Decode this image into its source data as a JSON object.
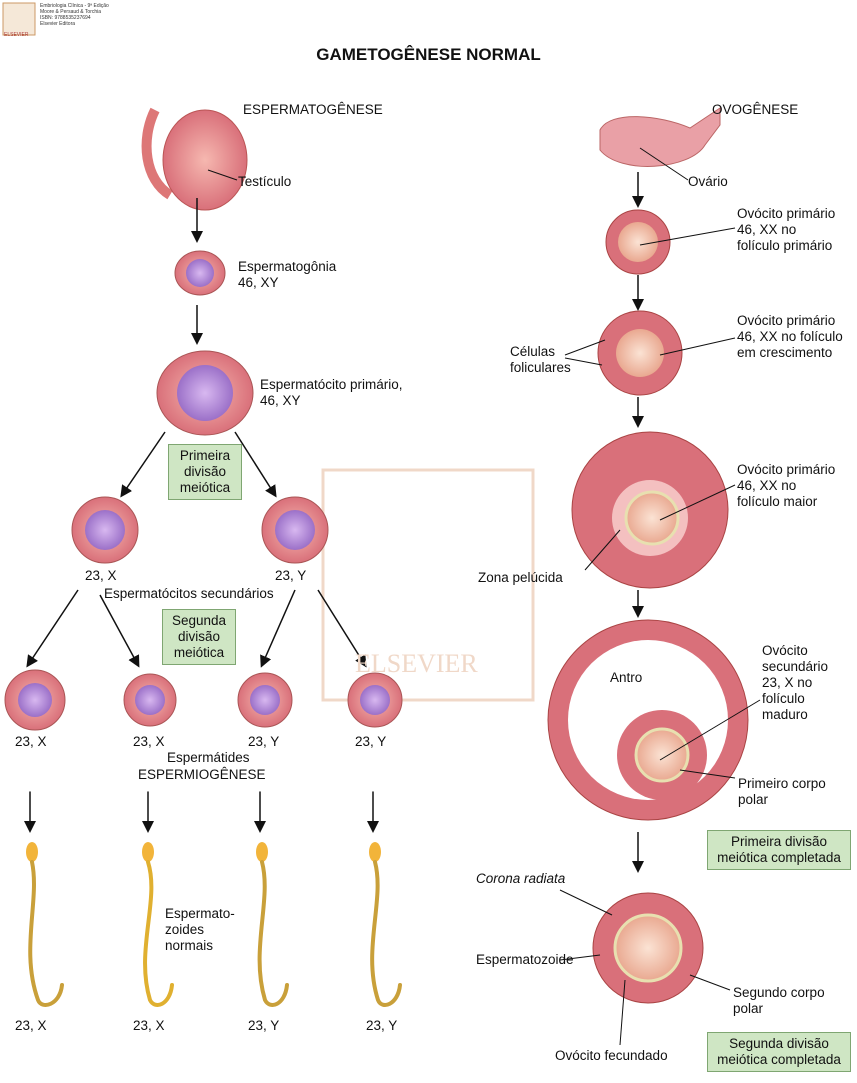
{
  "publisher_note": [
    "Embriologia Clínica - 9ª Edição",
    "Moore & Persaud & Torchia",
    "ISBN: 9788535237694",
    "Elsevier Editora"
  ],
  "logo_text": "ELSEVIER",
  "watermark_text": "ELSEVIER",
  "title": "GAMETOGÊNESE NORMAL",
  "left": {
    "heading": "ESPERMATOGÊNESE",
    "testis": "Testículo",
    "spermatogonia": [
      "Espermatogônia",
      "46, XY"
    ],
    "primary": [
      "Espermatócito primário,",
      "46, XY"
    ],
    "first_division": [
      "Primeira",
      "divisão",
      "meiótica"
    ],
    "secondary_labels": [
      "23, X",
      "23, Y"
    ],
    "secondary": "Espermatócitos secundários",
    "second_division": [
      "Segunda",
      "divisão",
      "meiótica"
    ],
    "spermatid_labels": [
      "23, X",
      "23, X",
      "23, Y",
      "23, Y"
    ],
    "spermatids": "Espermátides",
    "spermiogenesis": "ESPERMIOGÊNESE",
    "sperm": [
      "Espermato-",
      "zoides",
      "normais"
    ],
    "sperm_labels": [
      "23, X",
      "23, X",
      "23, Y",
      "23, Y"
    ]
  },
  "right": {
    "heading": "OVOGÊNESE",
    "ovary": "Ovário",
    "primary1": [
      "Ovócito primário",
      "46, XX no",
      "folículo primário"
    ],
    "follicular": [
      "Células",
      "foliculares"
    ],
    "primary2": [
      "Ovócito primário",
      "46, XX no folículo",
      "em crescimento"
    ],
    "primary3": [
      "Ovócito primário",
      "46, XX no",
      "folículo maior"
    ],
    "zona": "Zona pelúcida",
    "antrum": "Antro",
    "secondary": [
      "Ovócito",
      "secundário",
      "23, X no",
      "folículo",
      "maduro"
    ],
    "polar1": [
      "Primeiro corpo",
      "polar"
    ],
    "first_done": [
      "Primeira divisão",
      "meiótica completada"
    ],
    "corona": "Corona radiata",
    "sperm": "Espermatozoide",
    "polar2": [
      "Segundo corpo",
      "polar"
    ],
    "fertilized": "Ovócito fecundado",
    "second_done": [
      "Segunda divisão",
      "meiótica completada"
    ]
  },
  "colors": {
    "cell": "#e58a8a",
    "nucleus": "#b58fd6",
    "box": "#cfe6c4",
    "sperm_head": "#f2b43a",
    "sperm_tail": "#8a3d52"
  }
}
